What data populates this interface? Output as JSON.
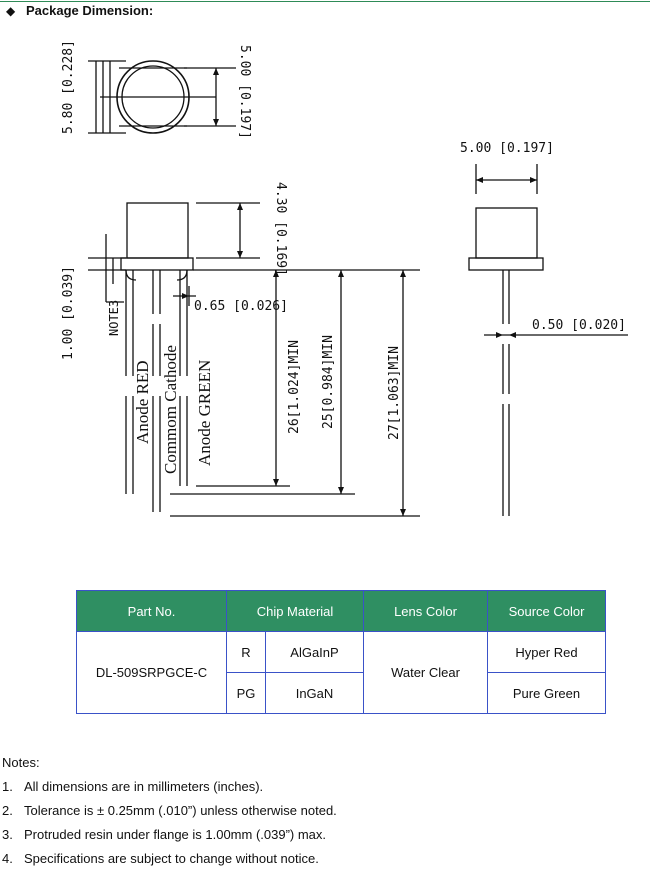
{
  "section": {
    "bullet": "◆",
    "title": "Package Dimension:"
  },
  "drawing": {
    "dim_body_height": "5.80 [0.228]",
    "dim_lens_diameter": "5.00 [0.197]",
    "dim_side_width": "5.00 [0.197]",
    "dim_body_length": "4.30 [0.169]",
    "dim_flange": "1.00 [0.039]",
    "note_label": "NOTE3",
    "dim_pin_width": "0.65 [0.026]",
    "dim_lead_short": "26[1.024]MIN",
    "dim_lead_mid": "25[0.984]MIN",
    "dim_lead_long": "27[1.063]MIN",
    "dim_lead_thickness": "0.50 [0.020]",
    "pin_labels": [
      "Anode RED",
      "Commom Cathode",
      "Anode GREEN"
    ]
  },
  "table": {
    "headers": [
      "Part No.",
      "Chip Material",
      "Lens Color",
      "Source Color"
    ],
    "part_no": "DL-509SRPGCE-C",
    "lens_color": "Water Clear",
    "rows": [
      {
        "code": "R",
        "material": "AlGaInP",
        "source_color": "Hyper Red"
      },
      {
        "code": "PG",
        "material": "InGaN",
        "source_color": "Pure Green"
      }
    ]
  },
  "notes": {
    "title": "Notes:",
    "items": [
      {
        "num": "1.",
        "text": "All dimensions are in millimeters (inches)."
      },
      {
        "num": "2.",
        "text": "Tolerance is ± 0.25mm (.010”) unless otherwise noted."
      },
      {
        "num": "3.",
        "text": "Protruded resin under flange is 1.00mm (.039”) max."
      },
      {
        "num": "4.",
        "text": "Specifications are subject to change without notice."
      }
    ]
  }
}
